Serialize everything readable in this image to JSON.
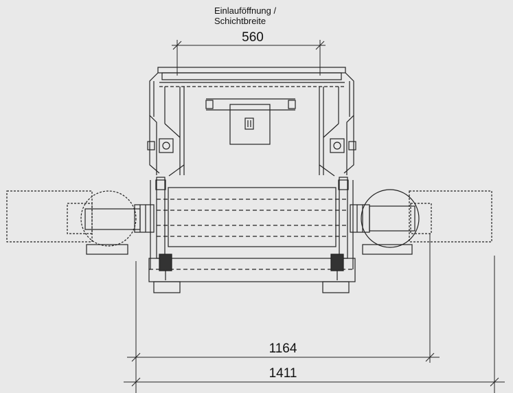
{
  "drawing": {
    "title_line1": "Einlauföffnung /",
    "title_line2": "Schichtbreite",
    "dim_opening": "560",
    "dim_middle": "1164",
    "dim_overall": "1411"
  }
}
